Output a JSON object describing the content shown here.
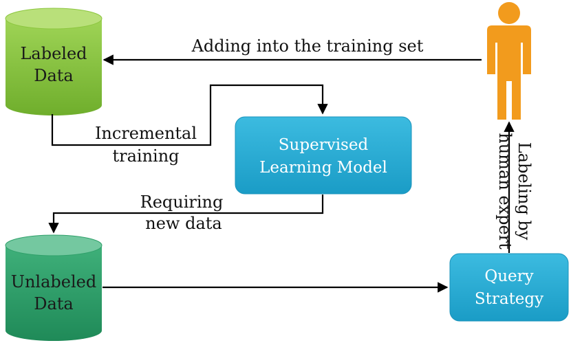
{
  "nodes": {
    "labeled_data": {
      "line1": "Labeled",
      "line2": "Data",
      "color_top": "#b6dc78",
      "color_body": "#8cc63f"
    },
    "unlabeled_data": {
      "line1": "Unlabeled",
      "line2": "Data",
      "color_top": "#6cc49a",
      "color_body": "#2fa06a"
    },
    "model": {
      "line1": "Supervised",
      "line2": "Learning Model",
      "color": "#22a7cf"
    },
    "query": {
      "line1": "Query",
      "line2": "Strategy",
      "color": "#22a7cf"
    },
    "expert": {
      "icon": "person-icon",
      "color": "#f39c1e"
    }
  },
  "edges": {
    "adding": {
      "label": "Adding into the training set"
    },
    "incremental": {
      "line1": "Incremental",
      "line2": "training"
    },
    "requiring": {
      "line1": "Requiring",
      "line2": "new data"
    },
    "labeling": {
      "line1": "Labeling by",
      "line2": "human expert"
    }
  }
}
